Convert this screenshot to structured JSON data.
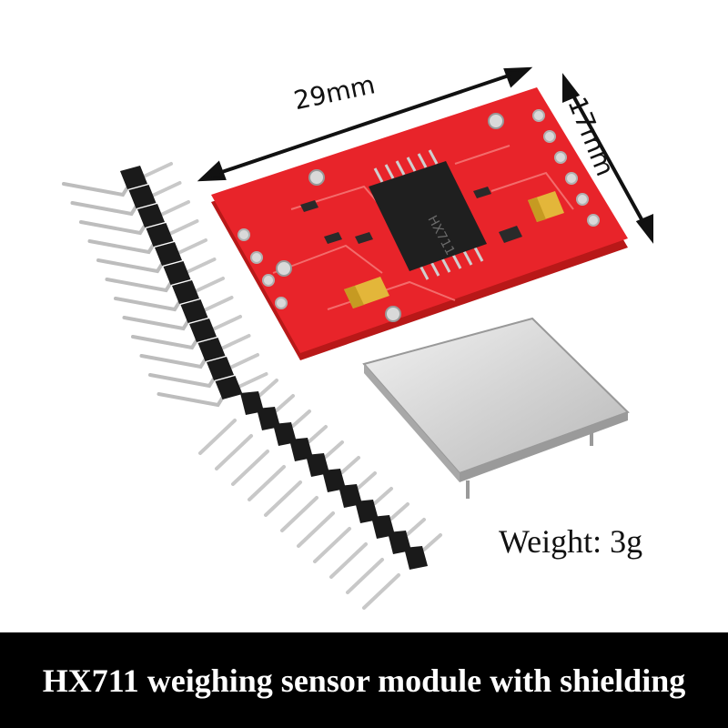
{
  "dimensions": {
    "length": "29mm",
    "width": "17mm"
  },
  "weight_label": "Weight: 3g",
  "caption": "HX711 weighing sensor module with shielding",
  "chip_marking": "HX711",
  "colors": {
    "pcb": "#e8242a",
    "banner": "#000000",
    "shield": "#cfcfcf",
    "header": "#1a1a1a"
  }
}
